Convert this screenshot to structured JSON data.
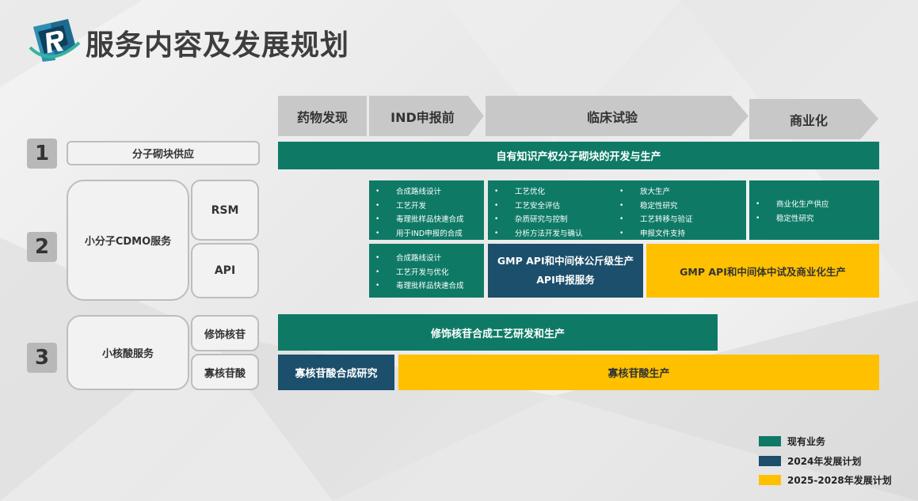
{
  "title": "服务内容及发展规划",
  "stages": [
    "药物发现",
    "IND申报前",
    "临床试验",
    "商业化"
  ],
  "rows": [
    {
      "num": "1",
      "label": "分子砌块供应"
    },
    {
      "num": "2",
      "label": "小分子CDMO服务",
      "sub": [
        "RSM",
        "API"
      ]
    },
    {
      "num": "3",
      "label": "小核酸服务",
      "sub": [
        "修饰核苷",
        "寡核苷酸"
      ]
    }
  ],
  "bars": {
    "row1": "自有知识产权分子砌块的开发与生产",
    "rsm_ind": [
      "合成路线设计",
      "工艺开发",
      "毒理批样品快速合成",
      "用于IND申报的合成"
    ],
    "rsm_clinical_a": [
      "工艺优化",
      "工艺安全评估",
      "杂质研究与控制",
      "分析方法开发与确认"
    ],
    "rsm_clinical_b": [
      "放大生产",
      "稳定性研究",
      "工艺转移与验证",
      "申报文件支持"
    ],
    "rsm_commercial": [
      "商业化生产供应",
      "稳定性研究"
    ],
    "api_ind": [
      "合成路线设计",
      "工艺开发与优化",
      "毒理批样品快速合成"
    ],
    "api_navy_line1": "GMP API和中间体公斤级生产",
    "api_navy_line2": "API申报服务",
    "api_gold": "GMP API和中间体中试及商业化生产",
    "nucleoside": "修饰核苷合成工艺研发和生产",
    "oligo_research": "寡核苷酸合成研究",
    "oligo_production": "寡核苷酸生产"
  },
  "legend": [
    {
      "label": "现有业务",
      "color": "#0e7a66"
    },
    {
      "label": "2024年发展计划",
      "color": "#1b4f6b"
    },
    {
      "label": "2025-2028年发展计划",
      "color": "#ffc000"
    }
  ]
}
